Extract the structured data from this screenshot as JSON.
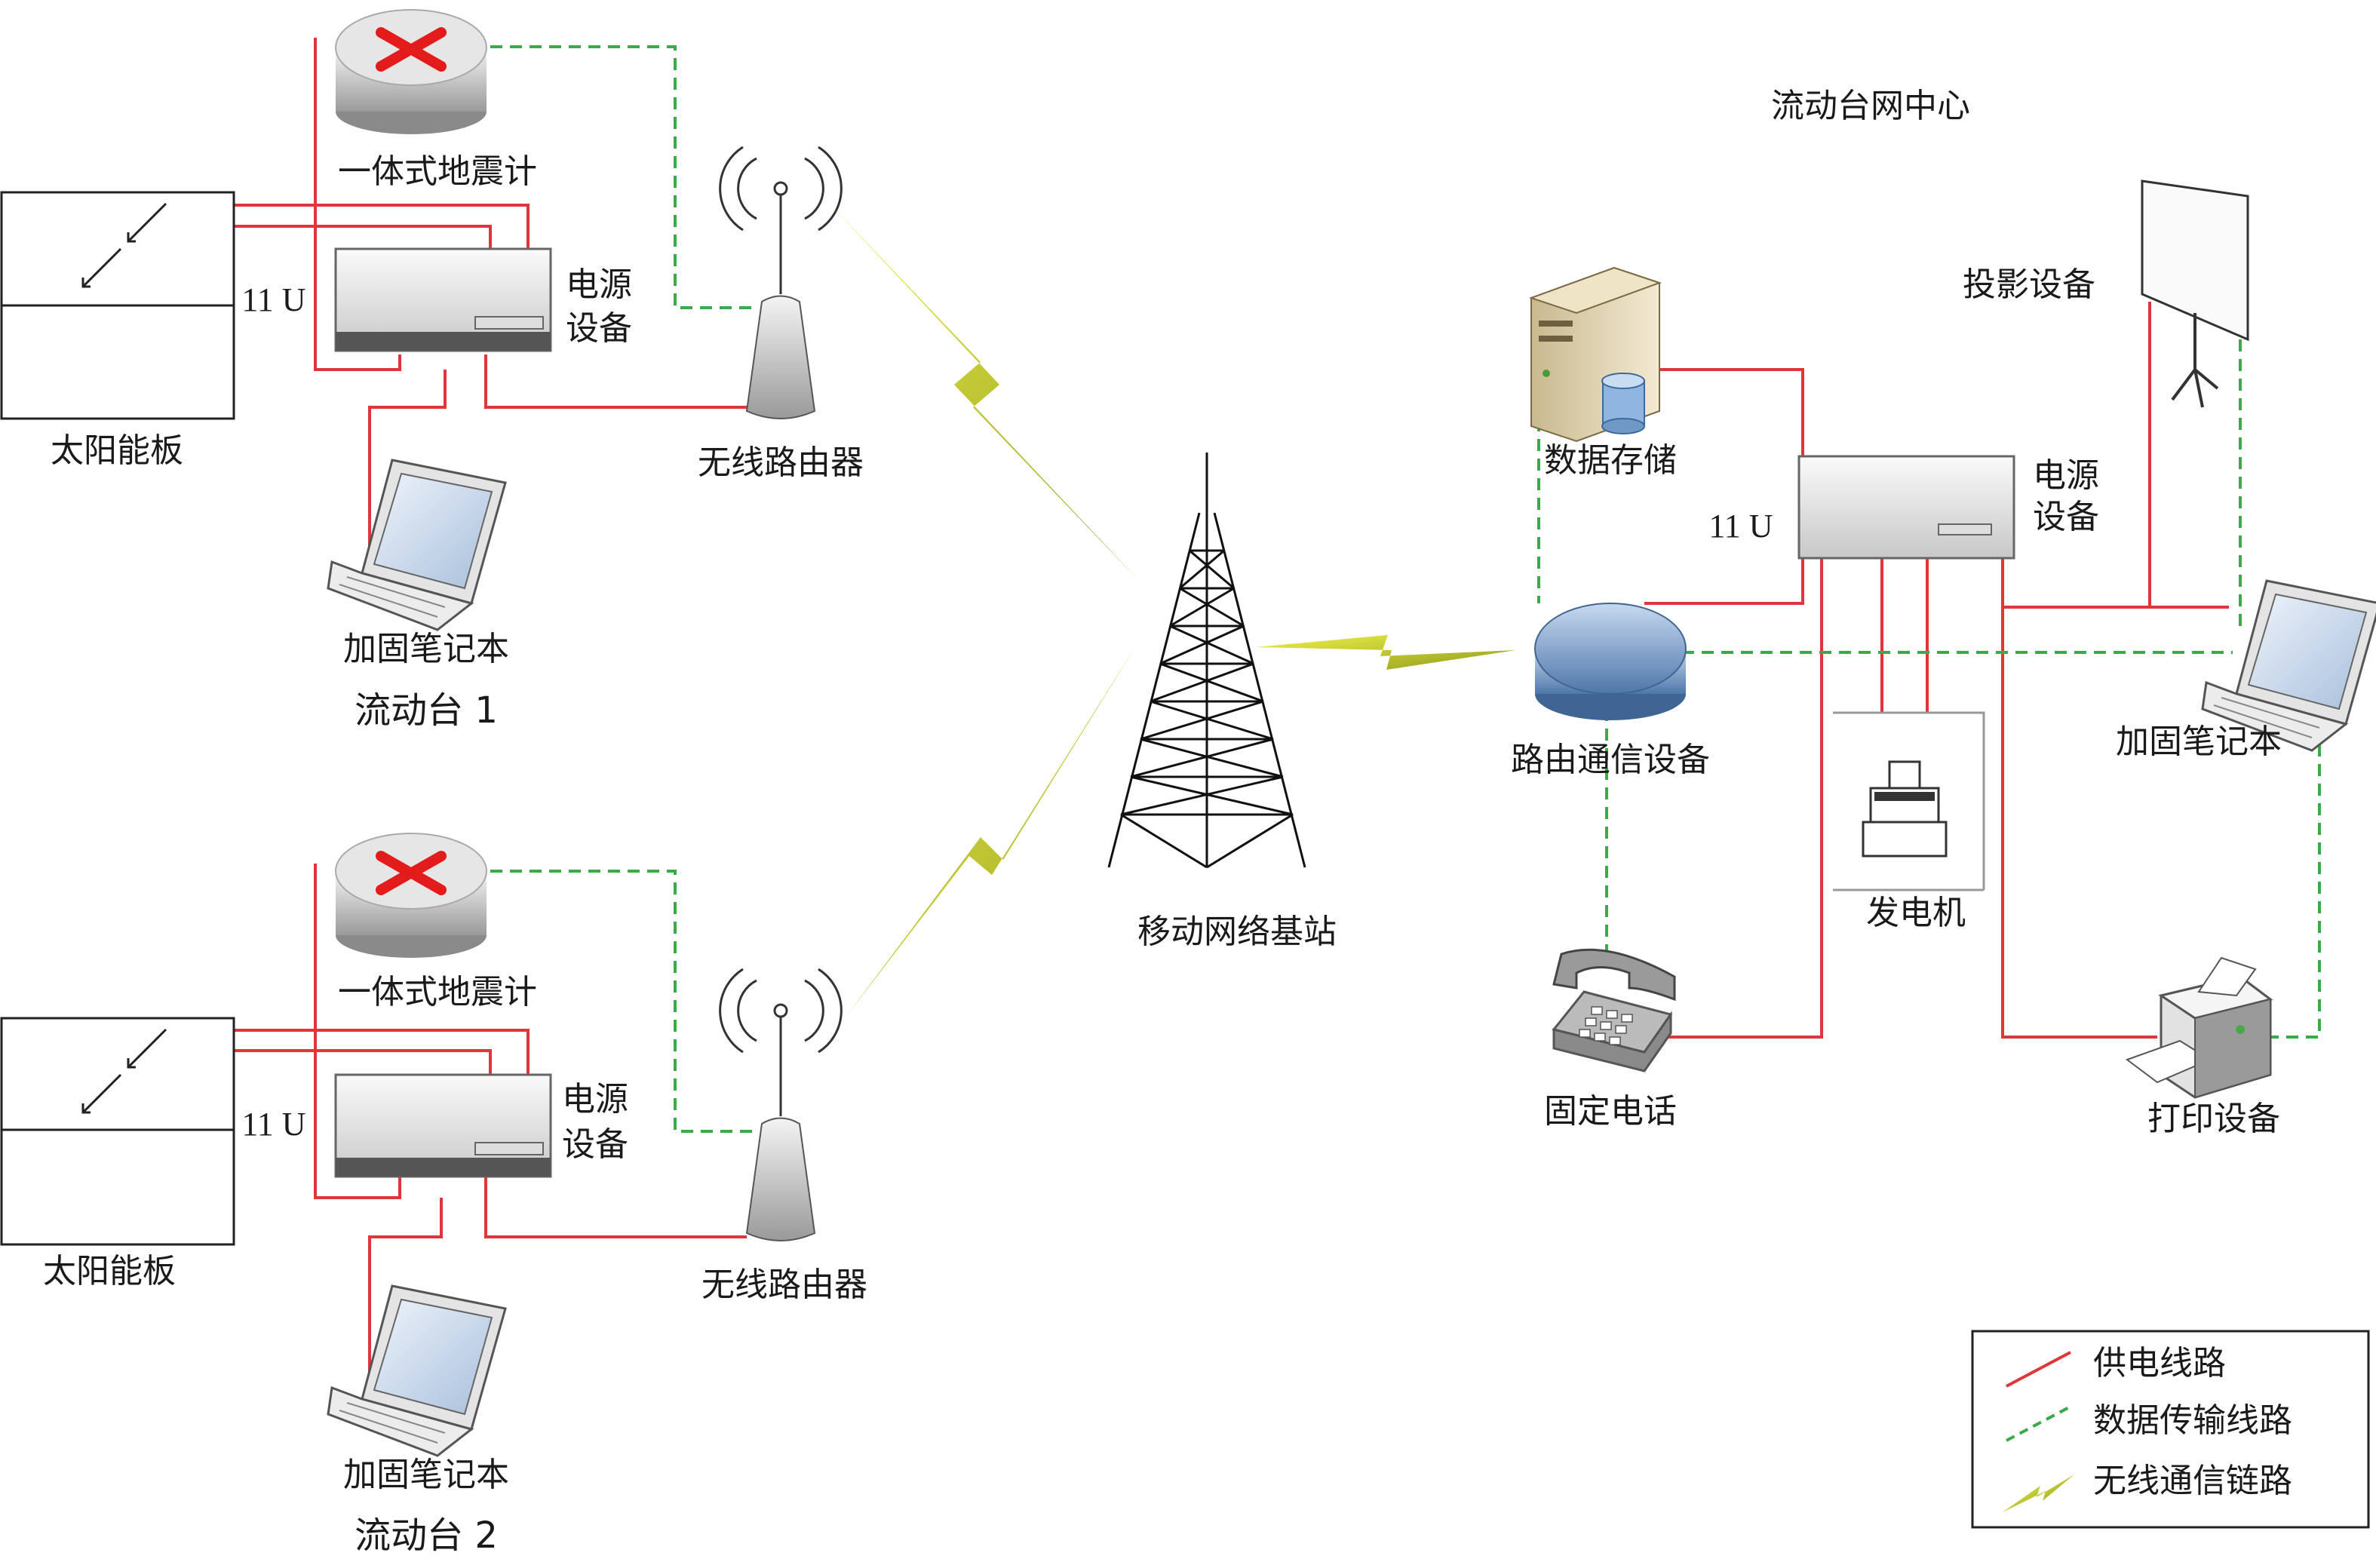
{
  "station1": {
    "seismometer": "一体式地震计",
    "solar_panel": "太阳能板",
    "rack_units": "11 U",
    "power_line1": "电源",
    "power_line2": "设备",
    "wireless_router": "无线路由器",
    "laptop": "加固笔记本",
    "title": "流动台 1"
  },
  "station2": {
    "seismometer": "一体式地震计",
    "solar_panel": "太阳能板",
    "rack_units": "11 U",
    "power_line1": "电源",
    "power_line2": "设备",
    "wireless_router": "无线路由器",
    "laptop": "加固笔记本",
    "title": "流动台 2"
  },
  "base_station": "移动网络基站",
  "center": {
    "title": "流动台网中心",
    "data_storage": "数据存储",
    "projector": "投影设备",
    "rack_units": "11 U",
    "power_line1": "电源",
    "power_line2": "设备",
    "router": "路由通信设备",
    "laptop": "加固笔记本",
    "generator": "发电机",
    "telephone": "固定电话",
    "printer": "打印设备"
  },
  "legend": {
    "power": "供电线路",
    "data": "数据传输线路",
    "wireless": "无线通信链路"
  },
  "colors": {
    "power_line": "#e0353b",
    "data_line": "#3aaa4a",
    "wireless_bolt": "#d8e02a"
  }
}
